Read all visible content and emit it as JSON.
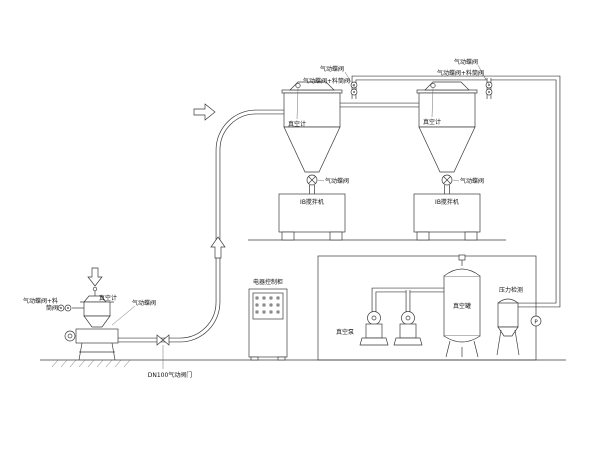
{
  "colors": {
    "line": "#3a3a3a",
    "background": "#ffffff",
    "label": "#111111"
  },
  "labels": {
    "receiver1": {
      "top_valve": "气动蝶阀",
      "lid_valve": "气动蝶阀+料筒阀",
      "vacuum_gauge": "真空计",
      "discharge_valve": "气动蝶阀",
      "machine": "IB搅拌机"
    },
    "receiver2": {
      "top_valve": "气动蝶阀",
      "lid_valve": "气动蝶阀+料筒阀",
      "vacuum_gauge": "真空计",
      "discharge_valve": "气动蝶阀",
      "machine": "IB搅拌机"
    },
    "feeder": {
      "vacuum_gauge": "真空计",
      "lid_valve_line1": "气动蝶阀+料",
      "lid_valve_line2": "筒阀",
      "butterfly_valve": "气动蝶阀",
      "dn100_valve": "DN100气动阀门"
    },
    "control_cabinet": "电器控制柜",
    "pump_station": {
      "vacuum_pump": "真空泵",
      "vacuum_tank": "真空罐",
      "pressure_detect": "压力检测",
      "gauge_letter": "P"
    }
  }
}
